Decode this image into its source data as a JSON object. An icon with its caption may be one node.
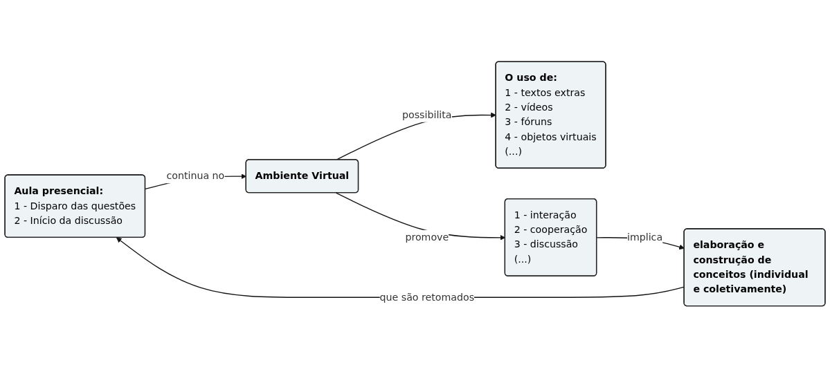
{
  "diagram": {
    "nodes": [
      {
        "text": [
          "Aula presencial:",
          "1 - Disparo das questões",
          "2 - Início da discussão"
        ]
      },
      {
        "text": [
          "Ambiente Virtual"
        ]
      },
      {
        "text": [
          "O uso de:",
          "1 - textos extras",
          "2 - vídeos",
          "3 - fóruns",
          "4 - objetos virtuais",
          "(...)"
        ]
      },
      {
        "text": [
          "1 - interação",
          "2 - cooperação",
          "3 - discussão",
          "(...)"
        ]
      },
      {
        "text": [
          "elaboração e construção de conceitos (individual e coletivamente)"
        ]
      }
    ],
    "edges": [
      {
        "from": 0,
        "to": 1,
        "arrow": "to",
        "label": "continua no"
      },
      {
        "from": 1,
        "to": 2,
        "arrow": "to",
        "label": "possibilita"
      },
      {
        "from": 1,
        "to": 3,
        "arrow": "to",
        "label": "promove"
      },
      {
        "from": 3,
        "to": 4,
        "arrow": "to",
        "label": "implica"
      },
      {
        "from": 4,
        "to": 0,
        "arrow": "to",
        "label": "que são retomados"
      }
    ]
  }
}
